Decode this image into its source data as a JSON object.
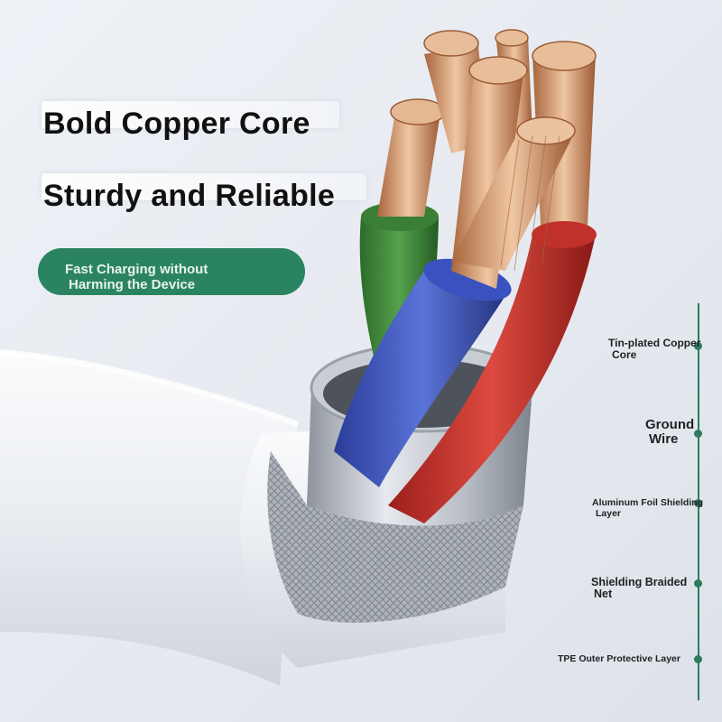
{
  "headlines": {
    "line1": "Bold Copper Core",
    "line2": "Sturdy and Reliable"
  },
  "badge": {
    "line1": "Fast Charging without",
    "line2": "Harming the Device"
  },
  "specs": [
    {
      "line1": "Tin-plated Copper",
      "line2": "Core"
    },
    {
      "line1": "Ground",
      "line2": "Wire"
    },
    {
      "line1": "Aluminum Foil Shielding",
      "line2": "Layer"
    },
    {
      "line1": "Shielding Braided",
      "line2": "Net"
    },
    {
      "line1": "TPE Outer Protective Layer"
    }
  ],
  "colors": {
    "accent_green": "#2b8461",
    "wire_green": "#3f8f3a",
    "wire_blue": "#3550b8",
    "wire_red": "#c8302a",
    "copper": "#d4a079",
    "cable_jacket": "#eceef2"
  }
}
